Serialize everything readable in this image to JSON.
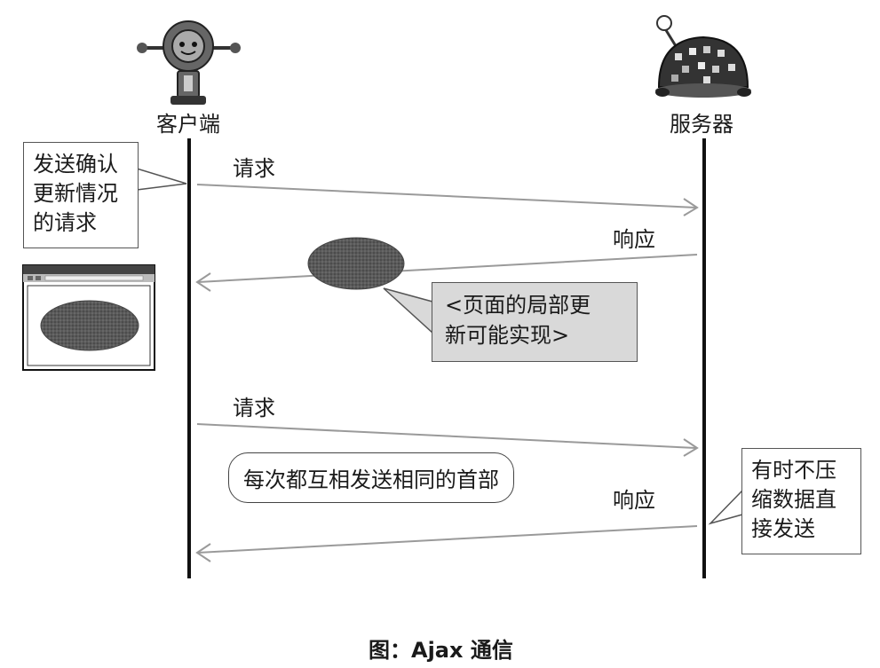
{
  "client": {
    "label": "客户端"
  },
  "server": {
    "label": "服务器"
  },
  "notes": {
    "client_request": [
      "发送确认",
      "更新情况",
      "的请求"
    ],
    "partial_update": [
      "<页面的局部更",
      "新可能实现>"
    ],
    "headers": "每次都互相发送相同的首部",
    "uncompressed": [
      "有时不压",
      "缩数据直",
      "接发送"
    ]
  },
  "messages": {
    "request_1": "请求",
    "response_1": "响应",
    "request_2": "请求",
    "response_2": "响应"
  },
  "caption": "图：Ajax 通信",
  "colors": {
    "lifeline": "#111111",
    "arrow": "#9a9a9a",
    "blob": "#555555",
    "callout_gray": "#d9d9d9"
  },
  "icons": {
    "client": "robot-icon",
    "server": "server-robot-icon",
    "browser": "browser-window-icon"
  }
}
